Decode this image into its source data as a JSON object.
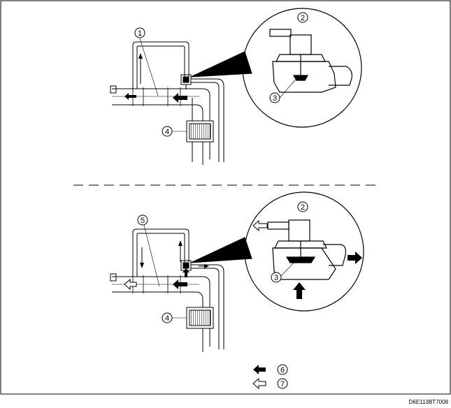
{
  "callouts": {
    "c1": "1",
    "c2_top": "2",
    "c3_top": "3",
    "c4_top": "4",
    "c5": "5",
    "c2_bottom": "2",
    "c3_bottom": "3",
    "c4_bottom": "4"
  },
  "legend": {
    "solid_label": "6",
    "hollow_label": "7"
  },
  "figure_code": "D6E113BT7008",
  "colors": {
    "ink": "#000000",
    "paper": "#ffffff"
  }
}
